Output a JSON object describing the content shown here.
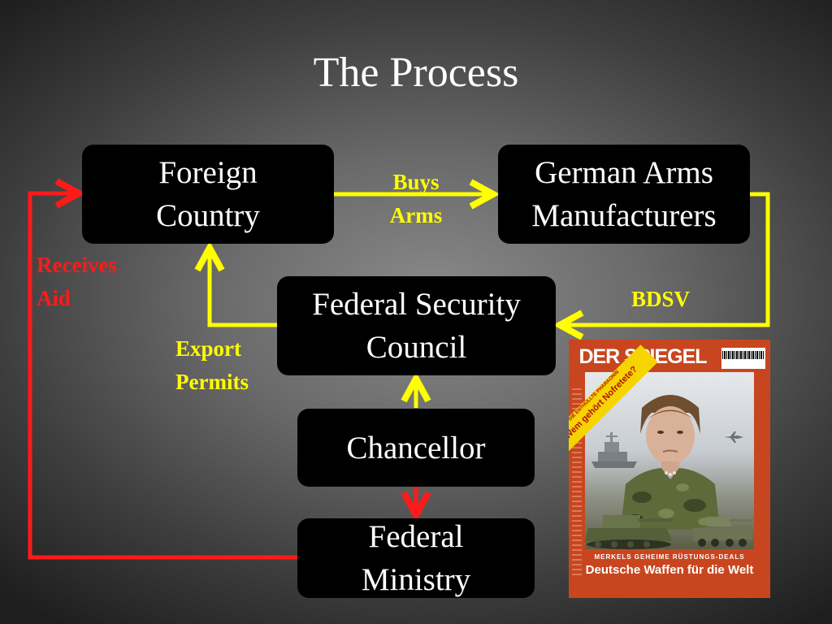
{
  "title": "The Process",
  "nodes": {
    "foreign_country": [
      "Foreign",
      "Country"
    ],
    "german_arms": [
      "German Arms",
      "Manufacturers"
    ],
    "federal_security": [
      "Federal Security",
      "Council"
    ],
    "chancellor": [
      "Chancellor"
    ],
    "federal_ministry": [
      "Federal",
      "Ministry"
    ]
  },
  "edge_labels": {
    "buys_arms": [
      "Buys",
      "Arms"
    ],
    "receives_aid": [
      "Receives",
      "Aid"
    ],
    "bdsv": [
      "BDSV"
    ],
    "export_permits": [
      "Export",
      "Permits"
    ]
  },
  "colors": {
    "yellow_arrow": "#ffff00",
    "red_arrow": "#ff1a1a",
    "box_fill": "#000000",
    "cover_background": "#c8461f"
  },
  "cover": {
    "masthead": "DER SPIEGEL",
    "sash_top": "DIE ENTHÜLLTE PHARAONIN",
    "sash_main": "Wem gehört Nofretete?",
    "kicker": "MERKELS GEHEIME RÜSTUNGS-DEALS",
    "headline": "Deutsche Waffen für die Welt"
  }
}
